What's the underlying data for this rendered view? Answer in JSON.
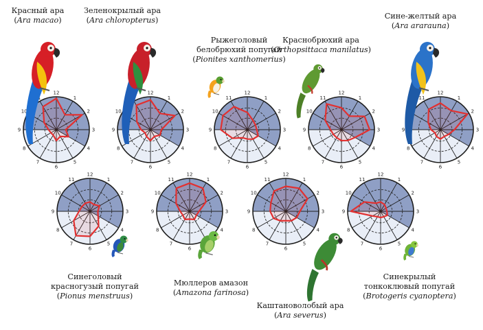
{
  "clock_hours": [
    "12",
    "1",
    "2",
    "3",
    "4",
    "5",
    "6",
    "7",
    "8",
    "9",
    "10",
    "11"
  ],
  "colors": {
    "dark_sector": "#8f9fc5",
    "light_sector": "#e9eef7",
    "dial_outline": "#1f1f1f",
    "ring_dash": "#2b2b2b",
    "activity_line": "#e23030"
  },
  "species": [
    {
      "id": "ara-macao",
      "common_name": [
        "Красный ара"
      ],
      "latin_name": "Ara macao",
      "bird_icon": "scarlet-macaw-icon",
      "plumage": [
        "#d61f26",
        "#f4c20d",
        "#1f6fd1"
      ]
    },
    {
      "id": "ara-chloropterus",
      "common_name": [
        "Зеленокрылый ара"
      ],
      "latin_name": "Ara chloropterus",
      "bird_icon": "green-winged-macaw-icon",
      "plumage": [
        "#c8202a",
        "#2f8f3f",
        "#1f5fb8"
      ]
    },
    {
      "id": "pionites-xanthomerius",
      "common_name": [
        "Рыжеголовый",
        "белобрюхий попугай"
      ],
      "latin_name": "Pionites xanthomerius",
      "bird_icon": "white-bellied-parrot-icon",
      "plumage": [
        "#5aa032",
        "#f4a21d",
        "#f6f1e3"
      ]
    },
    {
      "id": "orthopsittaca-manilatus",
      "common_name": [
        "Краснобрюхий ара"
      ],
      "latin_name": "Orthopsittaca manilatus",
      "bird_icon": "red-bellied-macaw-icon",
      "plumage": [
        "#5f9a32",
        "#4d8027",
        "#c33a2b"
      ]
    },
    {
      "id": "ara-ararauna",
      "common_name": [
        "Сине-желтый ара"
      ],
      "latin_name": "Ara ararauna",
      "bird_icon": "blue-and-yellow-macaw-icon",
      "plumage": [
        "#2b73c9",
        "#f2c21b",
        "#1e5aa6"
      ]
    },
    {
      "id": "pionus-menstruus",
      "common_name": [
        "Синеголовый",
        "красногузый попугай"
      ],
      "latin_name": "Pionus  menstruus",
      "bird_icon": "blue-headed-parrot-icon",
      "plumage": [
        "#2f8c45",
        "#2456b8",
        "#3c8a3a"
      ]
    },
    {
      "id": "amazona-farinosa",
      "common_name": [
        "Мюллеров амазон"
      ],
      "latin_name": "Amazona farinosa",
      "bird_icon": "mealy-amazon-icon",
      "plumage": [
        "#6cba45",
        "#5aa53a",
        "#a7cf6a"
      ]
    },
    {
      "id": "ara-severus",
      "common_name": [
        "Каштановолобый ара"
      ],
      "latin_name": "Ara severus",
      "bird_icon": "chestnut-fronted-macaw-icon",
      "plumage": [
        "#3d8b36",
        "#2e7431",
        "#b7362a"
      ]
    },
    {
      "id": "brotogeris-cyanoptera",
      "common_name": [
        "Синекрылый",
        "тонкоклювый попугай"
      ],
      "latin_name": "Brotogeris cyanoptera",
      "bird_icon": "cobalt-winged-parakeet-icon",
      "plumage": [
        "#86c63e",
        "#6fb437",
        "#3f7ad0"
      ]
    }
  ],
  "activity": {
    "ara-macao": {
      "dark_from_hour": 9,
      "dark_to_hour": 4,
      "profile": [
        1.0,
        0.55,
        0.95,
        0.3,
        0.45,
        0.25,
        0.35,
        0.2,
        0.2,
        0.25,
        0.45,
        0.85
      ]
    },
    "ara-chloropterus": {
      "dark_from_hour": 9,
      "dark_to_hour": 4,
      "profile": [
        0.95,
        0.6,
        0.9,
        0.35,
        0.35,
        0.25,
        0.35,
        0.25,
        0.2,
        0.3,
        0.5,
        0.9
      ]
    },
    "pionites-xanthomerius": {
      "dark_from_hour": 9,
      "dark_to_hour": 4,
      "profile": [
        0.55,
        0.35,
        0.3,
        0.3,
        0.4,
        0.35,
        0.3,
        0.3,
        0.55,
        0.85,
        0.9,
        0.85
      ]
    },
    "orthopsittaca-manilatus": {
      "dark_from_hour": 9,
      "dark_to_hour": 4,
      "profile": [
        0.7,
        0.5,
        0.85,
        0.9,
        0.5,
        0.4,
        0.35,
        0.3,
        0.3,
        0.35,
        0.6,
        0.95
      ]
    },
    "ara-ararauna": {
      "dark_from_hour": 9,
      "dark_to_hour": 4,
      "profile": [
        0.85,
        0.7,
        1.0,
        0.45,
        0.3,
        0.25,
        0.3,
        0.25,
        0.2,
        0.3,
        0.45,
        0.75
      ]
    },
    "pionus-menstruus": {
      "dark_from_hour": 9,
      "dark_to_hour": 4,
      "profile": [
        0.3,
        0.25,
        0.35,
        0.25,
        0.3,
        0.55,
        0.8,
        0.9,
        0.6,
        0.35,
        0.3,
        0.3
      ]
    },
    "amazona-farinosa": {
      "dark_from_hour": 9,
      "dark_to_hour": 4,
      "profile": [
        0.9,
        0.85,
        0.6,
        0.3,
        0.25,
        0.3,
        0.25,
        0.3,
        0.25,
        0.3,
        0.5,
        0.85
      ]
    },
    "ara-severus": {
      "dark_from_hour": 9,
      "dark_to_hour": 4,
      "profile": [
        0.8,
        0.85,
        0.8,
        0.45,
        0.4,
        0.35,
        0.3,
        0.35,
        0.45,
        0.5,
        0.55,
        0.75
      ]
    },
    "brotogeris-cyanoptera": {
      "dark_from_hour": 9,
      "dark_to_hour": 4,
      "profile": [
        0.3,
        0.25,
        0.2,
        0.2,
        0.25,
        0.2,
        0.2,
        0.2,
        0.3,
        0.95,
        0.6,
        0.3
      ]
    }
  }
}
